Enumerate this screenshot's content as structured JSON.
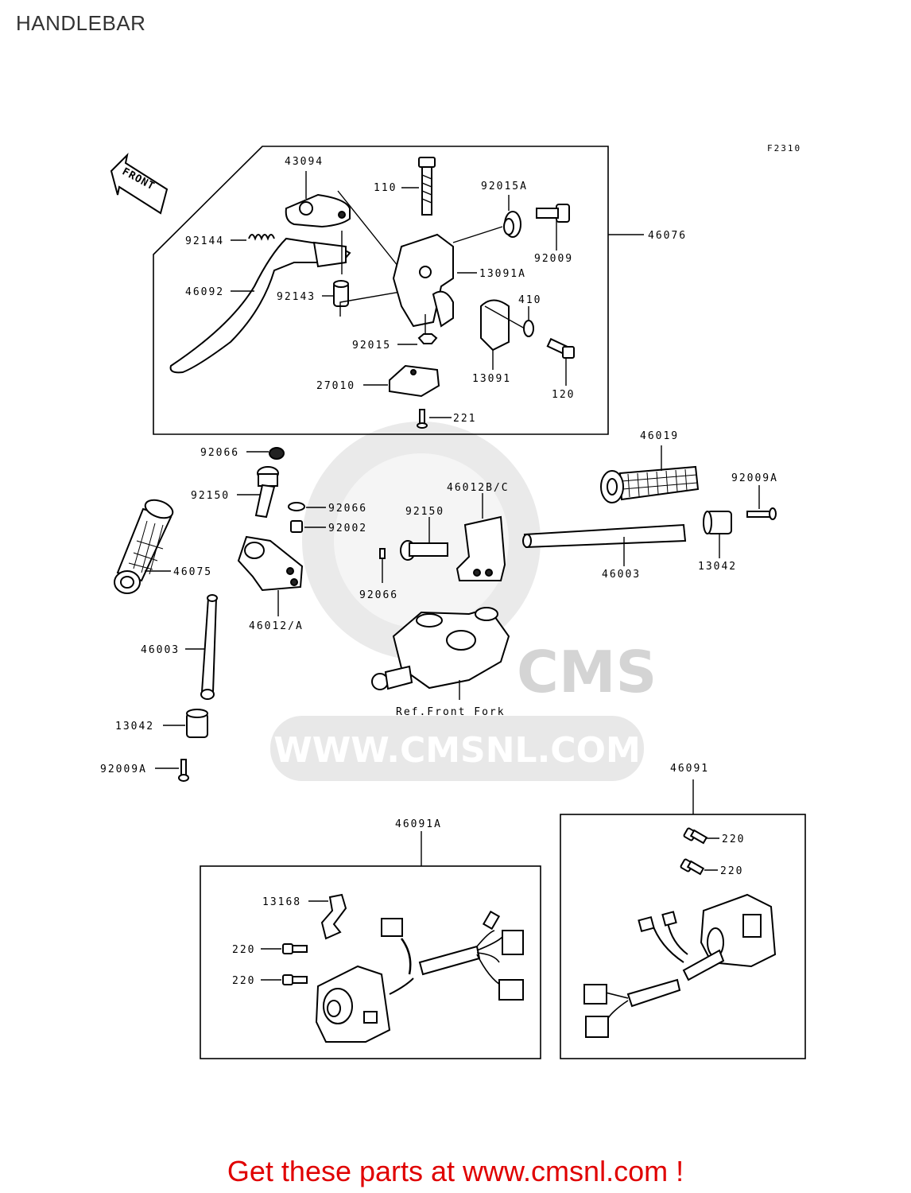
{
  "page": {
    "title": "HANDLEBAR",
    "figure_code": "F2310"
  },
  "front_arrow": {
    "label": "FRONT"
  },
  "watermark": {
    "text": "WWW.CMSNL.COM",
    "logo_text": "CMS"
  },
  "groups": {
    "lever_assy": {
      "label": "46076"
    },
    "switch_left": {
      "label": "46091A"
    },
    "switch_right": {
      "label": "46091"
    }
  },
  "ref_text": "Ref.Front Fork",
  "callouts": {
    "c43094": "43094",
    "c110": "110",
    "c92015A": "92015A",
    "c92144": "92144",
    "c92009": "92009",
    "c46092": "46092",
    "c92143": "92143",
    "c13091A": "13091A",
    "c410": "410",
    "c92015": "92015",
    "c13091": "13091",
    "c120": "120",
    "c27010": "27010",
    "c221": "221",
    "c46019": "46019",
    "c92066a": "92066",
    "c92150a": "92150",
    "c92066b": "92066",
    "c46012BC": "46012B/C",
    "c92009Aa": "92009A",
    "c92002": "92002",
    "c92150b": "92150",
    "c46075": "46075",
    "c46003a": "46003",
    "c13042a": "13042",
    "c92066c": "92066",
    "c46012A": "46012/A",
    "c46003b": "46003",
    "c13042b": "13042",
    "c92009Ab": "92009A",
    "c13168": "13168",
    "c220a": "220",
    "c220b": "220",
    "c220c": "220",
    "c220d": "220"
  },
  "footer": {
    "cta": "Get these parts at www.cmsnl.com !"
  }
}
